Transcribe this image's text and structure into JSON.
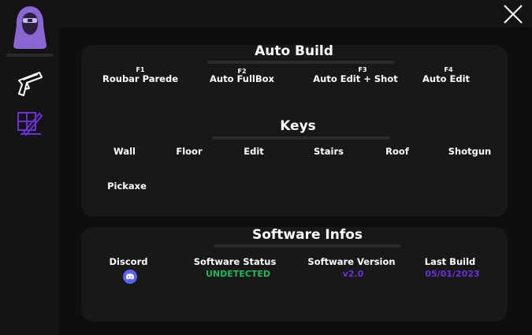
{
  "auto_build": {
    "title": "Auto Build",
    "items": [
      {
        "key": "F1",
        "label": "Roubar Parede"
      },
      {
        "key": "F2",
        "label": "Auto FullBox"
      },
      {
        "key": "F3",
        "label": "Auto Edit + Shot"
      },
      {
        "key": "F4",
        "label": "Auto Edit"
      }
    ]
  },
  "keys": {
    "title": "Keys",
    "items": [
      "Wall",
      "Floor",
      "Edit",
      "Stairs",
      "Roof",
      "Shotgun",
      "Pickaxe"
    ]
  },
  "software_infos": {
    "title": "Software Infos",
    "discord_label": "Discord",
    "status_label": "Software Status",
    "status_value": "UNDETECTED",
    "version_label": "Software Version",
    "version_value": "v2.0",
    "last_build_label": "Last Build",
    "last_build_value": "05/01/2023"
  },
  "colors": {
    "accent": "#6b2fd6",
    "status_ok": "#1fb85f",
    "discord": "#5865f2"
  },
  "icons": [
    "hooded-avatar-icon",
    "pistol-icon",
    "build-edit-icon",
    "close-icon",
    "discord-icon"
  ]
}
